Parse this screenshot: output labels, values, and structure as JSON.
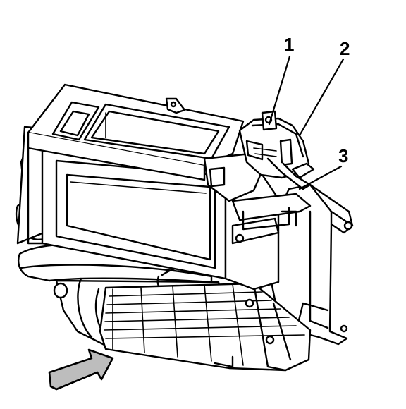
{
  "diagram": {
    "callouts": [
      {
        "id": "1",
        "label": "1"
      },
      {
        "id": "2",
        "label": "2"
      },
      {
        "id": "3",
        "label": "3"
      }
    ],
    "colors": {
      "ink": "#000000",
      "paper": "#ffffff",
      "shade": "#bdbdbd"
    }
  }
}
